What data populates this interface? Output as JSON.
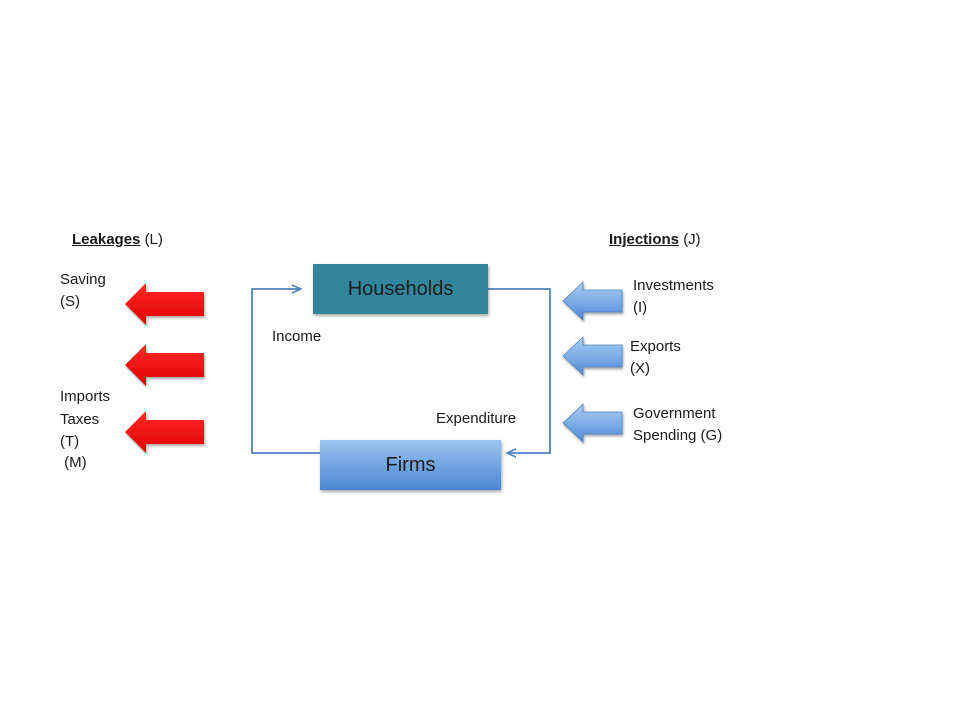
{
  "leakages": {
    "title": "Leakages",
    "abbr": "(L)",
    "items": [
      {
        "line1": "Saving",
        "line2": "(S)"
      },
      {
        "line1": "Imports",
        "line2": " (M)"
      },
      {
        "line1": "Taxes",
        "line2": "(T)"
      }
    ],
    "arrow_color": "#ff0000"
  },
  "injections": {
    "title": "Injections",
    "abbr": "(J)",
    "items": [
      {
        "line1": "Investments",
        "line2": "(I)"
      },
      {
        "line1": "Exports",
        "line2": "(X)"
      },
      {
        "line1": "Government",
        "line2": "Spending (G)"
      }
    ],
    "arrow_color": "#6fa2e0"
  },
  "circular_flow": {
    "households": "Households",
    "firms": "Firms",
    "income": "Income",
    "expenditure": "Expenditure",
    "households_color": "#31859c",
    "firms_color": "#6fa2e0",
    "flow_line_color": "#4f81bd"
  }
}
